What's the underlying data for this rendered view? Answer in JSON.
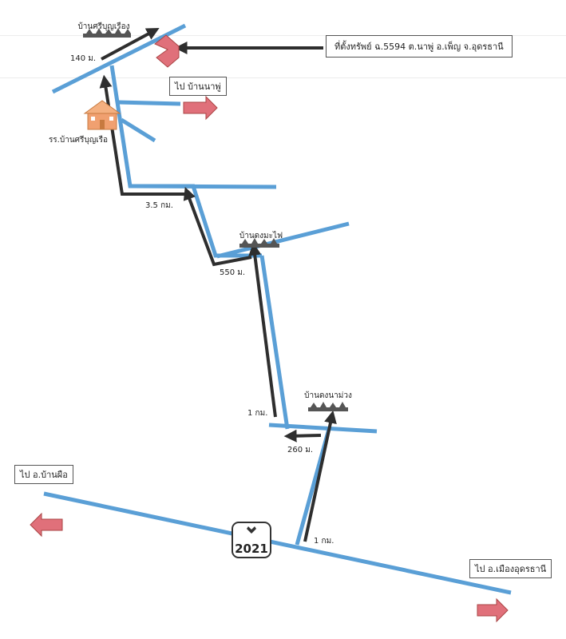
{
  "title_box": "ที่ตั้งทรัพย์ ฉ.5594 ต.นาพู่ อ.เพ็ญ จ.อุดรธานี",
  "direction_boxes": {
    "to_ban_napu": "ไป บ้านนาพู่",
    "to_amphoe_ban_phue": "ไป อ.บ้านผือ",
    "to_amphoe_mueang_udon": "ไป อ.เมืองอุดรธานี"
  },
  "villages": {
    "si_bun_rueang": "บ้านศรีบุญเรือง",
    "dong_ma_fai": "บ้านดงมะไฟ",
    "dong_na_muang": "บ้านดงนาม่วง"
  },
  "school": "รร.บ้านศรีบุญเรือ",
  "distances": {
    "d1": "140 ม.",
    "d2": "3.5 กม.",
    "d3": "550 ม.",
    "d4": "1 กม.",
    "d5": "260 ม.",
    "d6": "1 กม."
  },
  "highway_number": "2021",
  "colors": {
    "road": "#5a9fd6",
    "route": "#2e2e2e",
    "arrow": "#e0707a",
    "property": "#e0707a"
  }
}
